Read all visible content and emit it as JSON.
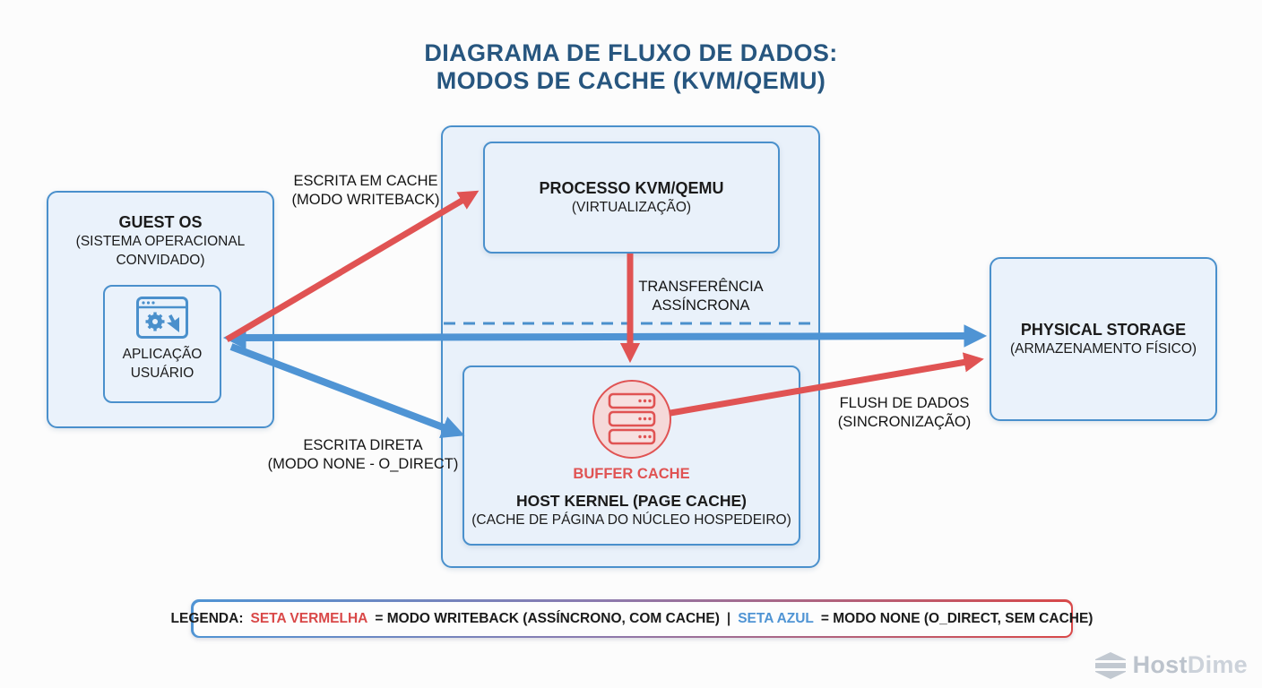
{
  "title": {
    "line1": "DIAGRAMA DE FLUXO DE DADOS:",
    "line2": "MODOS DE CACHE (KVM/QEMU)"
  },
  "nodes": {
    "guest_os": {
      "title": "GUEST OS",
      "subtitle": "(SISTEMA OPERACIONAL CONVIDADO)"
    },
    "user_app": {
      "icon": "browser-gear-cursor-icon",
      "label_line1": "APLICAÇÃO",
      "label_line2": "USUÁRIO"
    },
    "kvm_process": {
      "title": "PROCESSO KVM/QEMU",
      "subtitle": "(VIRTUALIZAÇÃO)"
    },
    "host_kernel": {
      "icon": "server-stack-icon",
      "buffer_label": "BUFFER CACHE",
      "title": "HOST KERNEL (PAGE CACHE)",
      "subtitle": "(CACHE DE PÁGINA DO NÚCLEO HOSPEDEIRO)"
    },
    "physical_storage": {
      "title": "PHYSICAL STORAGE",
      "subtitle": "(ARMAZENAMENTO FÍSICO)"
    }
  },
  "arrows": {
    "writeback": {
      "label_line1": "ESCRITA EM CACHE",
      "label_line2": "(MODO WRITEBACK)",
      "color": "#e05353"
    },
    "async_transfer": {
      "label_line1": "TRANSFERÊNCIA",
      "label_line2": "ASSÍNCRONA",
      "color": "#e05353"
    },
    "flush": {
      "label_line1": "FLUSH DE DADOS",
      "label_line2": "(SINCRONIZAÇÃO)",
      "color": "#e05353"
    },
    "direct_write": {
      "label_line1": "ESCRITA DIRETA",
      "label_line2": "(MODO NONE - O_DIRECT)",
      "color": "#4f94d4"
    },
    "direct_path": {
      "color": "#4f94d4"
    }
  },
  "legend": {
    "prefix": "LEGENDA:",
    "red_label": "SETA VERMELHA",
    "red_desc": "= MODO WRITEBACK (ASSÍNCRONO, COM CACHE)",
    "separator": "|",
    "blue_label": "SETA AZUL",
    "blue_desc": "= MODO NONE (O_DIRECT, SEM CACHE)"
  },
  "watermark": {
    "icon": "hexagon-stack-icon",
    "text_host": "Host",
    "text_dime": "Dime"
  },
  "colors": {
    "red_arrow": "#e05353",
    "blue_arrow": "#4f94d4",
    "border_blue": "#4a90cc",
    "box_fill": "#eaf2fb",
    "title_navy": "#27567f",
    "buffer_fill": "#f5d9d9",
    "legend_red": "#d94848",
    "legend_blue": "#4f94d4",
    "watermark_gray": "#c2c9d1"
  }
}
